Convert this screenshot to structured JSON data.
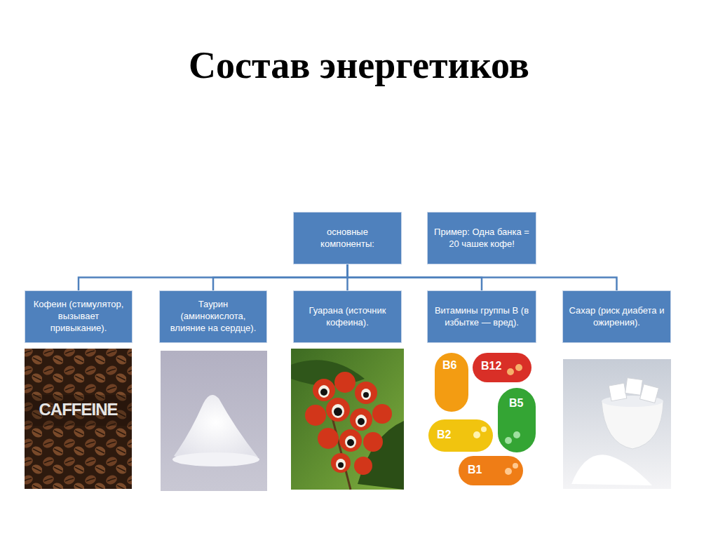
{
  "diagram": {
    "title": "Состав энергетиков",
    "nodes": [
      {
        "text": [
          "основные компоненты:"
        ]
      },
      {
        "text": [
          "Пример: Одна банка = 20 чашек кофе!"
        ]
      },
      {
        "text": [
          "Кофеин (стимулятор, вызывает привыкание)."
        ]
      },
      {
        "text": [
          "Таурин (аминокислота, влияние на сердце)."
        ]
      },
      {
        "text": [
          "Гуарана (источник кофеина)."
        ]
      },
      {
        "text": [
          "Витамины группы B (в избытке — вред)."
        ]
      },
      {
        "text": [
          "Сахар (риск диабета и ожирения)."
        ]
      }
    ],
    "edges": [
      {
        "from": 0,
        "to": 2,
        "arrow": "none"
      },
      {
        "from": 0,
        "to": 3,
        "arrow": "none"
      },
      {
        "from": 0,
        "to": 4,
        "arrow": "none"
      },
      {
        "from": 0,
        "to": 5,
        "arrow": "none"
      },
      {
        "from": 0,
        "to": 6,
        "arrow": "none"
      }
    ],
    "labels": [
      "CAFFEINE",
      "B6",
      "B12",
      "B5",
      "B2",
      "B1"
    ]
  }
}
